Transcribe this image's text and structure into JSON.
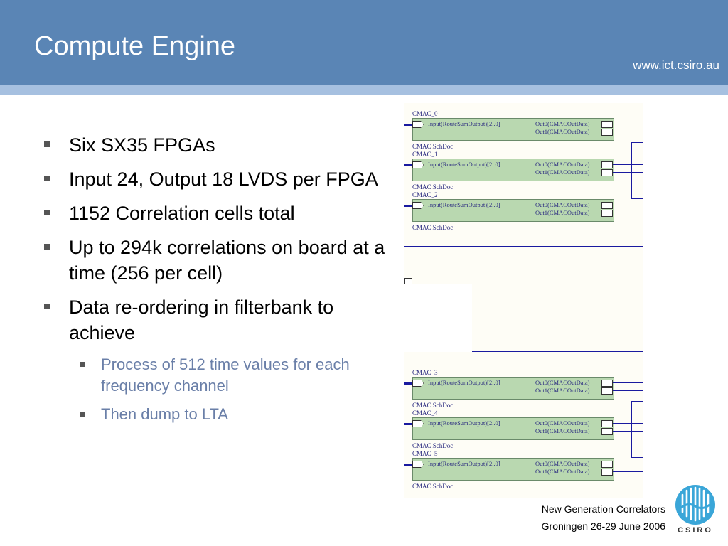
{
  "header": {
    "title": "Compute Engine",
    "url": "www.ict.csiro.au"
  },
  "bullets": [
    {
      "text": "Six SX35 FPGAs",
      "level": 1
    },
    {
      "text": "Input 24, Output 18 LVDS per FPGA",
      "level": 1
    },
    {
      "text": "1152 Correlation cells total",
      "level": 1
    },
    {
      "text": "Up to 294k correlations on board at a time (256 per cell)",
      "level": 1
    },
    {
      "text": "Data re-ordering in filterbank to achieve",
      "level": 1
    },
    {
      "text": "Process of 512 time values for each frequency channel",
      "level": 2
    },
    {
      "text": "Then dump to LTA",
      "level": 2
    }
  ],
  "schematic": {
    "input_label": "Input(RouteSumOutput)[2..0]",
    "out0_label": "Out0(CMACOutData)",
    "out1_label": "Out1(CMACOutData)",
    "doc_label": "CMAC.SchDoc",
    "blocks": [
      "CMAC_0",
      "CMAC_1",
      "CMAC_2",
      "CMAC_3",
      "CMAC_4",
      "CMAC_5"
    ]
  },
  "footer": {
    "line1": "New Generation Correlators",
    "line2": "Groningen 26-29 June 2006"
  },
  "logo": {
    "name": "csiro-logo",
    "text": "CSIRO"
  },
  "colors": {
    "header": "#5a85b5",
    "stripe": "#a6c0e0",
    "sub_bullet": "#6a7fa8",
    "block_fill": "#b9d8b0",
    "wire": "#1a1aa0"
  }
}
